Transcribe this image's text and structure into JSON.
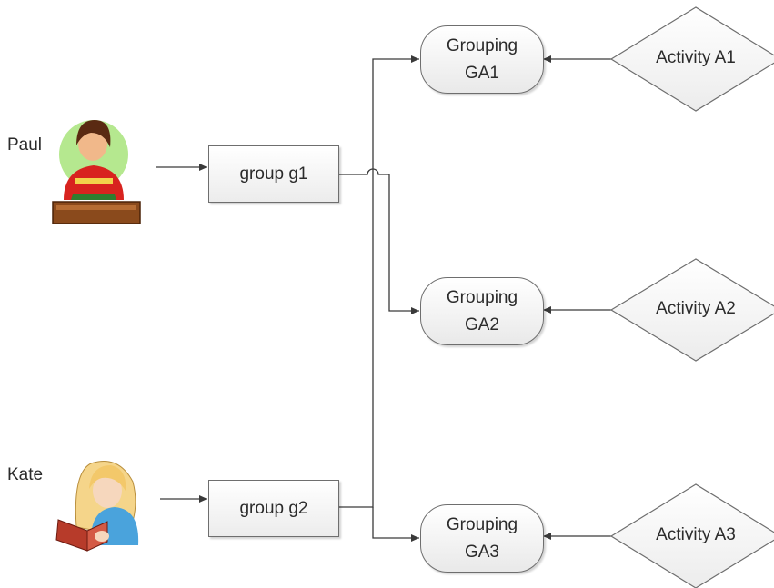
{
  "people": [
    {
      "name": "Paul"
    },
    {
      "name": "Kate"
    }
  ],
  "groups": [
    {
      "label": "group g1"
    },
    {
      "label": "group g2"
    }
  ],
  "groupings": [
    {
      "line1": "Grouping",
      "line2": "GA1"
    },
    {
      "line1": "Grouping",
      "line2": "GA2"
    },
    {
      "line1": "Grouping",
      "line2": "GA3"
    }
  ],
  "activities": [
    {
      "label": "Activity A1"
    },
    {
      "label": "Activity A2"
    },
    {
      "label": "Activity A3"
    }
  ]
}
